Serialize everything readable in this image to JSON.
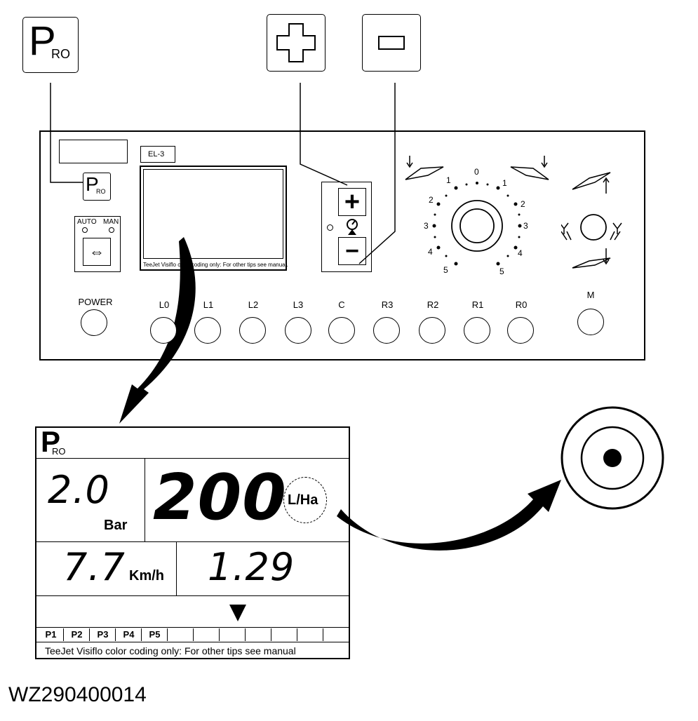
{
  "top_keys": {
    "pro": {
      "big": "P",
      "small": "RO"
    },
    "plus": "+",
    "minus": "−"
  },
  "panel": {
    "model_label": "EL-3",
    "mini_screen_footer": "TeeJet Visiflo color coding only: For other tips see manual.",
    "pro_key": {
      "big": "P",
      "small": "RO"
    },
    "auto_label": "AUTO",
    "man_label": "MAN",
    "swap_glyph": "⇔",
    "plus": "+",
    "minus": "−",
    "power_label": "POWER",
    "section_buttons": [
      "L0",
      "L1",
      "L2",
      "L3",
      "C",
      "R3",
      "R2",
      "R1",
      "R0"
    ],
    "mode_button": "M",
    "dial_ticks": [
      "0",
      "1",
      "1",
      "2",
      "2",
      "3",
      "3",
      "4",
      "4",
      "5",
      "5"
    ]
  },
  "display": {
    "header": {
      "big": "P",
      "small": "RO"
    },
    "pressure_value": "2.0",
    "pressure_unit": "Bar",
    "rate_value": "200",
    "rate_unit": "L/Ha",
    "speed_value": "7.7",
    "speed_unit": "Km/h",
    "flow_value": "1.29",
    "presets": [
      "P1",
      "P2",
      "P3",
      "P4",
      "P5",
      "",
      "",
      "",
      "",
      "",
      "",
      ""
    ],
    "footer": "TeeJet Visiflo color coding only: For other tips see manual"
  },
  "figure_id": "WZ290400014"
}
